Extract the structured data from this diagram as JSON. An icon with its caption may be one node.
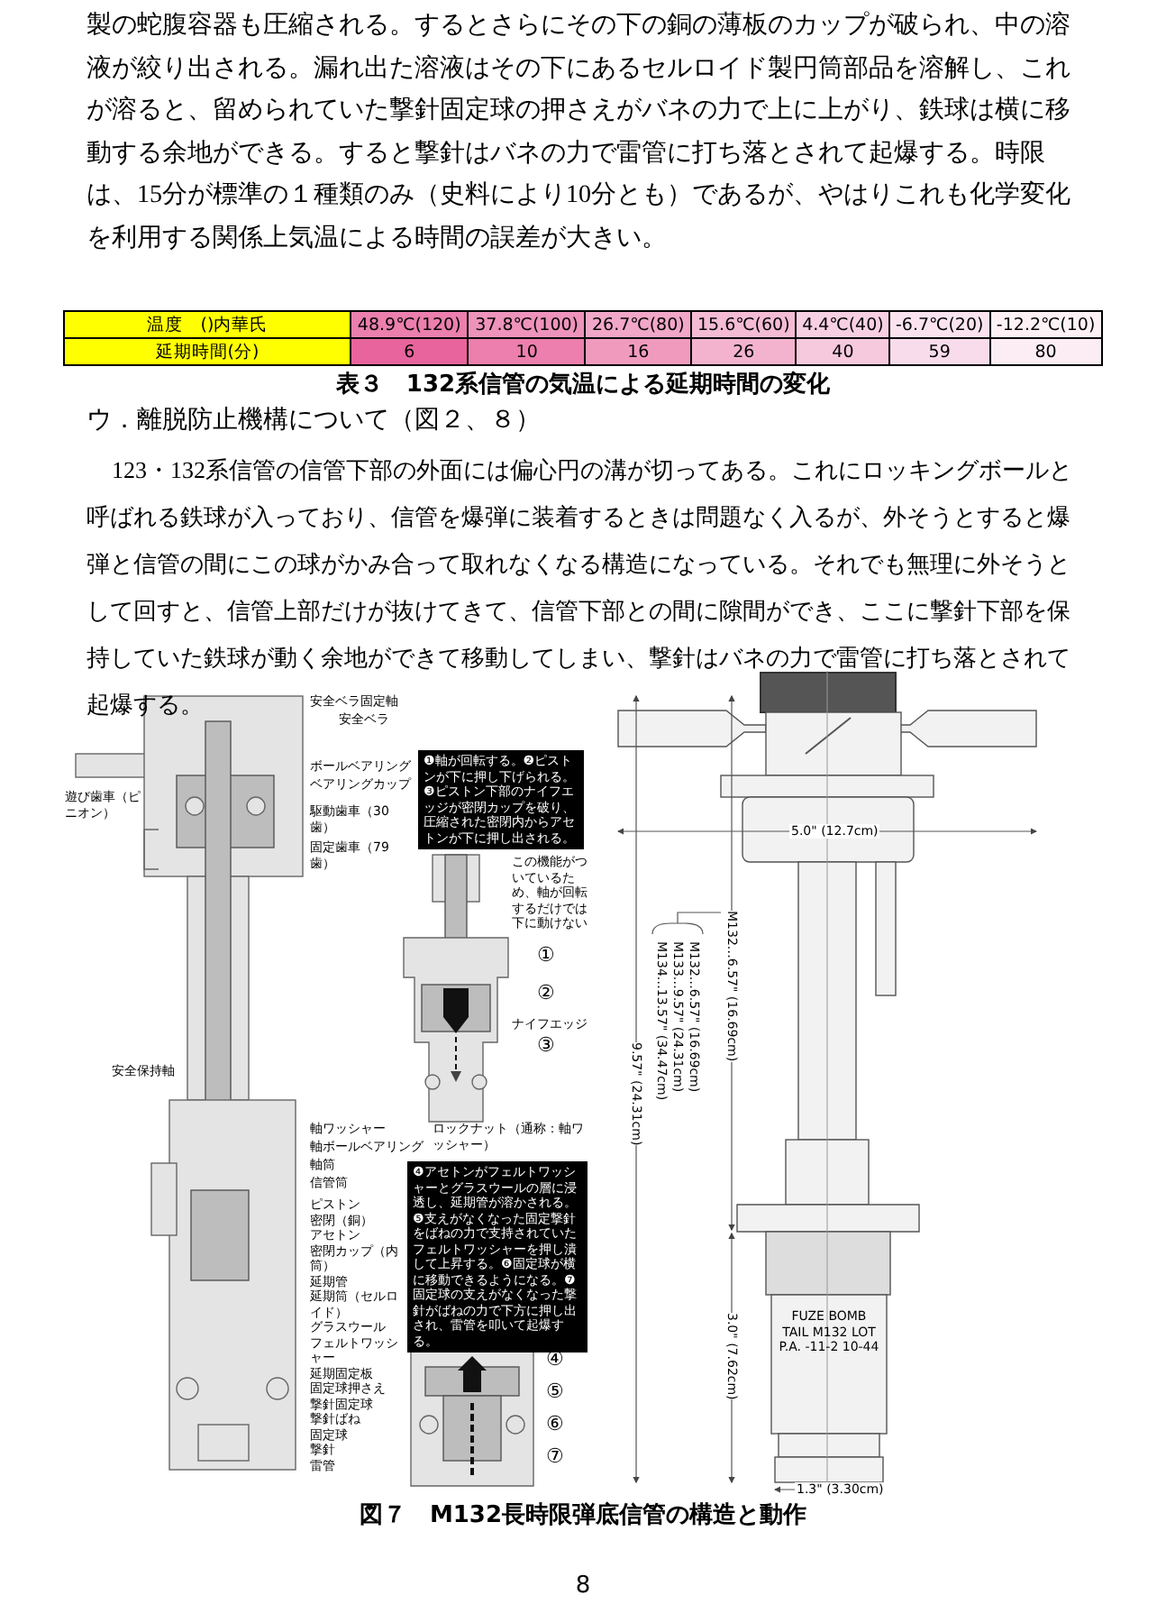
{
  "diagram": {
    "labels": [
      "製の蛇腹容器も圧縮される。するとさらにその下の銅の薄板のカップが破られ、中の溶液が絞り出される。漏れ出た溶液はその下にあるセルロイド製円筒部品を溶解し、これが溶ると、留められていた撃針固定球の押さえがバネの力で上に上がり、鉄球は横に移動する余地ができる。すると撃針はバネの力で雷管に打ち落とされて起爆する。時限は、15分が標準の１種類のみ（史料により10分とも）であるが、やはりこれも化学変化を利用する関係上気温による時間の誤差が大きい。",
      "温度　()内華氏",
      "48.9℃(120)",
      "37.8℃(100)",
      "26.7℃(80)",
      "15.6℃(60)",
      "4.4℃(40)",
      "-6.7℃(20)",
      "-12.2℃(10)",
      "延期時間(分)",
      "6",
      "10",
      "16",
      "26",
      "40",
      "59",
      "80",
      "表３　132系信管の気温による延期時間の変化",
      "ウ．離脱防止機構について（図２、８）",
      "123・132系信管の信管下部の外面には偏心円の溝が切ってある。これにロッキングボールと呼ばれる鉄球が入っており、信管を爆弾に装着するときは問題なく入るが、外そうとすると爆弾と信管の間にこの球がかみ合って取れなくなる構造になっている。それでも無理に外そうとして回すと、信管上部だけが抜けてきて、信管下部との間に隙間ができ、ここに撃針下部を保持していた鉄球が動く余地ができて移動してしまい、撃針はバネの力で雷管に打ち落とされて起爆する。",
      "安全ベラ固定軸",
      "安全ベラ",
      "ボールベアリング",
      "ベアリングカップ",
      "❶軸が回転する。❷ピストンが下に押し下げられる。❸ピストン下部のナイフエッジが密閉カップを破り、圧縮された密閉内からアセトンが下に押し出される。",
      "遊び歯車（ピニオン）",
      "駆動歯車（30歯）",
      "固定歯車（79歯）",
      "この機能がついているため、軸が回転するだけでは下に動けない",
      "①",
      "②",
      "ナイフエッジ",
      "③",
      "安全保持軸",
      "軸ワッシャー",
      "軸ボールベアリング",
      "軸筒",
      "信管筒",
      "ロックナット（通称：軸ワッシャー）",
      "❹アセトンがフェルトワッシャーとグラスウールの層に浸透し、延期管が溶かされる。❺支えがなくなった固定撃針をばねの力で支持されていたフェルトワッシャーを押し潰して上昇する。❻固定球が横に移動できるようになる。❼固定球の支えがなくなった撃針がばねの力で下方に押し出され、雷管を叩いて起爆する。",
      "ピストン",
      "密閉（銅）",
      "アセトン",
      "密閉カップ（内筒）",
      "延期管",
      "延期筒（セルロイド）",
      "グラスウール",
      "フェルトワッシャー",
      "延期固定板",
      "固定球押さえ",
      "撃針固定球",
      "撃針ばね",
      "固定球",
      "撃針",
      "雷管",
      "④",
      "⑤",
      "⑥",
      "⑦",
      "5.0\" (12.7cm)",
      "9.57\" (24.31cm)",
      "M134…13.57\" (34.47cm)",
      "M133…9.57\" (24.31cm)",
      "M132…6.57\" (16.69cm)",
      "M132…6.57\" (16.69cm)",
      "FUZE BOMB TAIL M132 LOT P.A. -11-2 10-44",
      "3.0\" (7.62cm)",
      "1.3\" (3.30cm)",
      "図７　M132長時限弾底信管の構造と動作",
      "8"
    ]
  }
}
